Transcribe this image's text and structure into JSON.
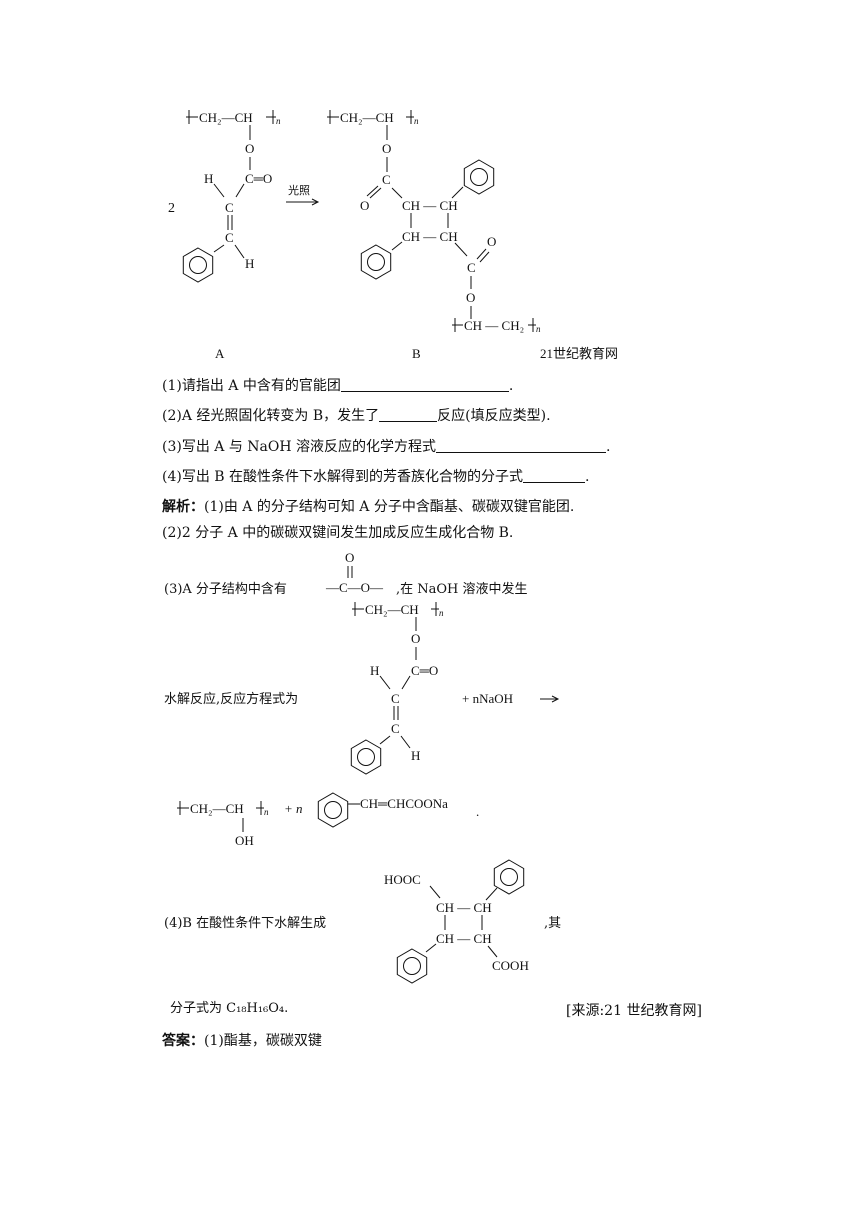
{
  "scheme": {
    "coef": "2",
    "arrow_label": "光照",
    "label_a": "A",
    "label_b": "B",
    "source_top": "21世纪教育网"
  },
  "chem": {
    "ch2_ch": "CH₂—CH",
    "n": "n",
    "o": "O",
    "h": "H",
    "c": "C",
    "c_eq_o": "C═O",
    "ch": "CH",
    "ch_ch": "CH — CH",
    "ch_ch2": "CH — CH₂",
    "oh": "OH",
    "plus_n": "+ n",
    "plus_nnaoh": "+ nNaOH",
    "cinnamate": "CH═CHCOONa",
    "hooc": "HOOC",
    "cooh": "COOH",
    "ester_group": "—C—O—"
  },
  "questions": [
    {
      "text_before": "(1)请指出 A 中含有的官能团",
      "text_after": "."
    },
    {
      "text_before": "(2)A 经光照固化转变为 B，发生了",
      "text_after": "反应(填反应类型)."
    },
    {
      "text_before": "(3)写出 A 与 NaOH 溶液反应的化学方程式",
      "text_after": "."
    },
    {
      "text_before": "(4)写出 B 在酸性条件下水解得到的芳香族化合物的分子式",
      "text_after": "."
    }
  ],
  "analysis": {
    "label": "解析：",
    "p1": "(1)由 A 的分子结构可知 A 分子中含酯基、碳碳双键官能团.",
    "p2": "(2)2 分子 A 中的碳碳双键间发生加成反应生成化合物 B.",
    "p3a": "(3)A 分子结构中含有",
    "p3b": ",在 NaOH 溶液中发生",
    "p3c": "水解反应,反应方程式为",
    "p3d": ".",
    "p4a": "(4)B 在酸性条件下水解生成",
    "p4b": ",其",
    "p4c": "分子式为 C₁₈H₁₆O₄.",
    "source": "[来源:21 世纪教育网]"
  },
  "answer": {
    "label": "答案：",
    "text": "(1)酯基，碳碳双键"
  }
}
